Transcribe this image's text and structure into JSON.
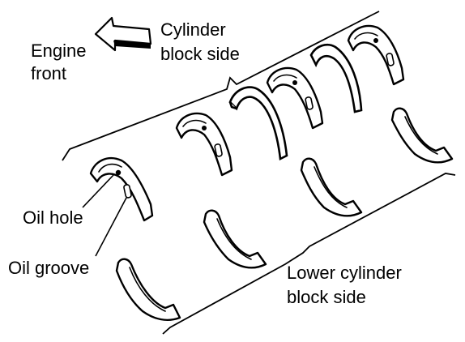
{
  "labels": {
    "engine_front_line1": "Engine",
    "engine_front_line2": "front",
    "cyl_block_line1": "Cylinder",
    "cyl_block_line2": "block side",
    "oil_hole": "Oil hole",
    "oil_groove": "Oil groove",
    "lower_block_line1": "Lower cylinder",
    "lower_block_line2": "block side"
  },
  "colors": {
    "ink": "#000000",
    "paper": "#ffffff"
  },
  "icons": {
    "direction_arrow": "arrow-pointing-engine-front-icon"
  }
}
